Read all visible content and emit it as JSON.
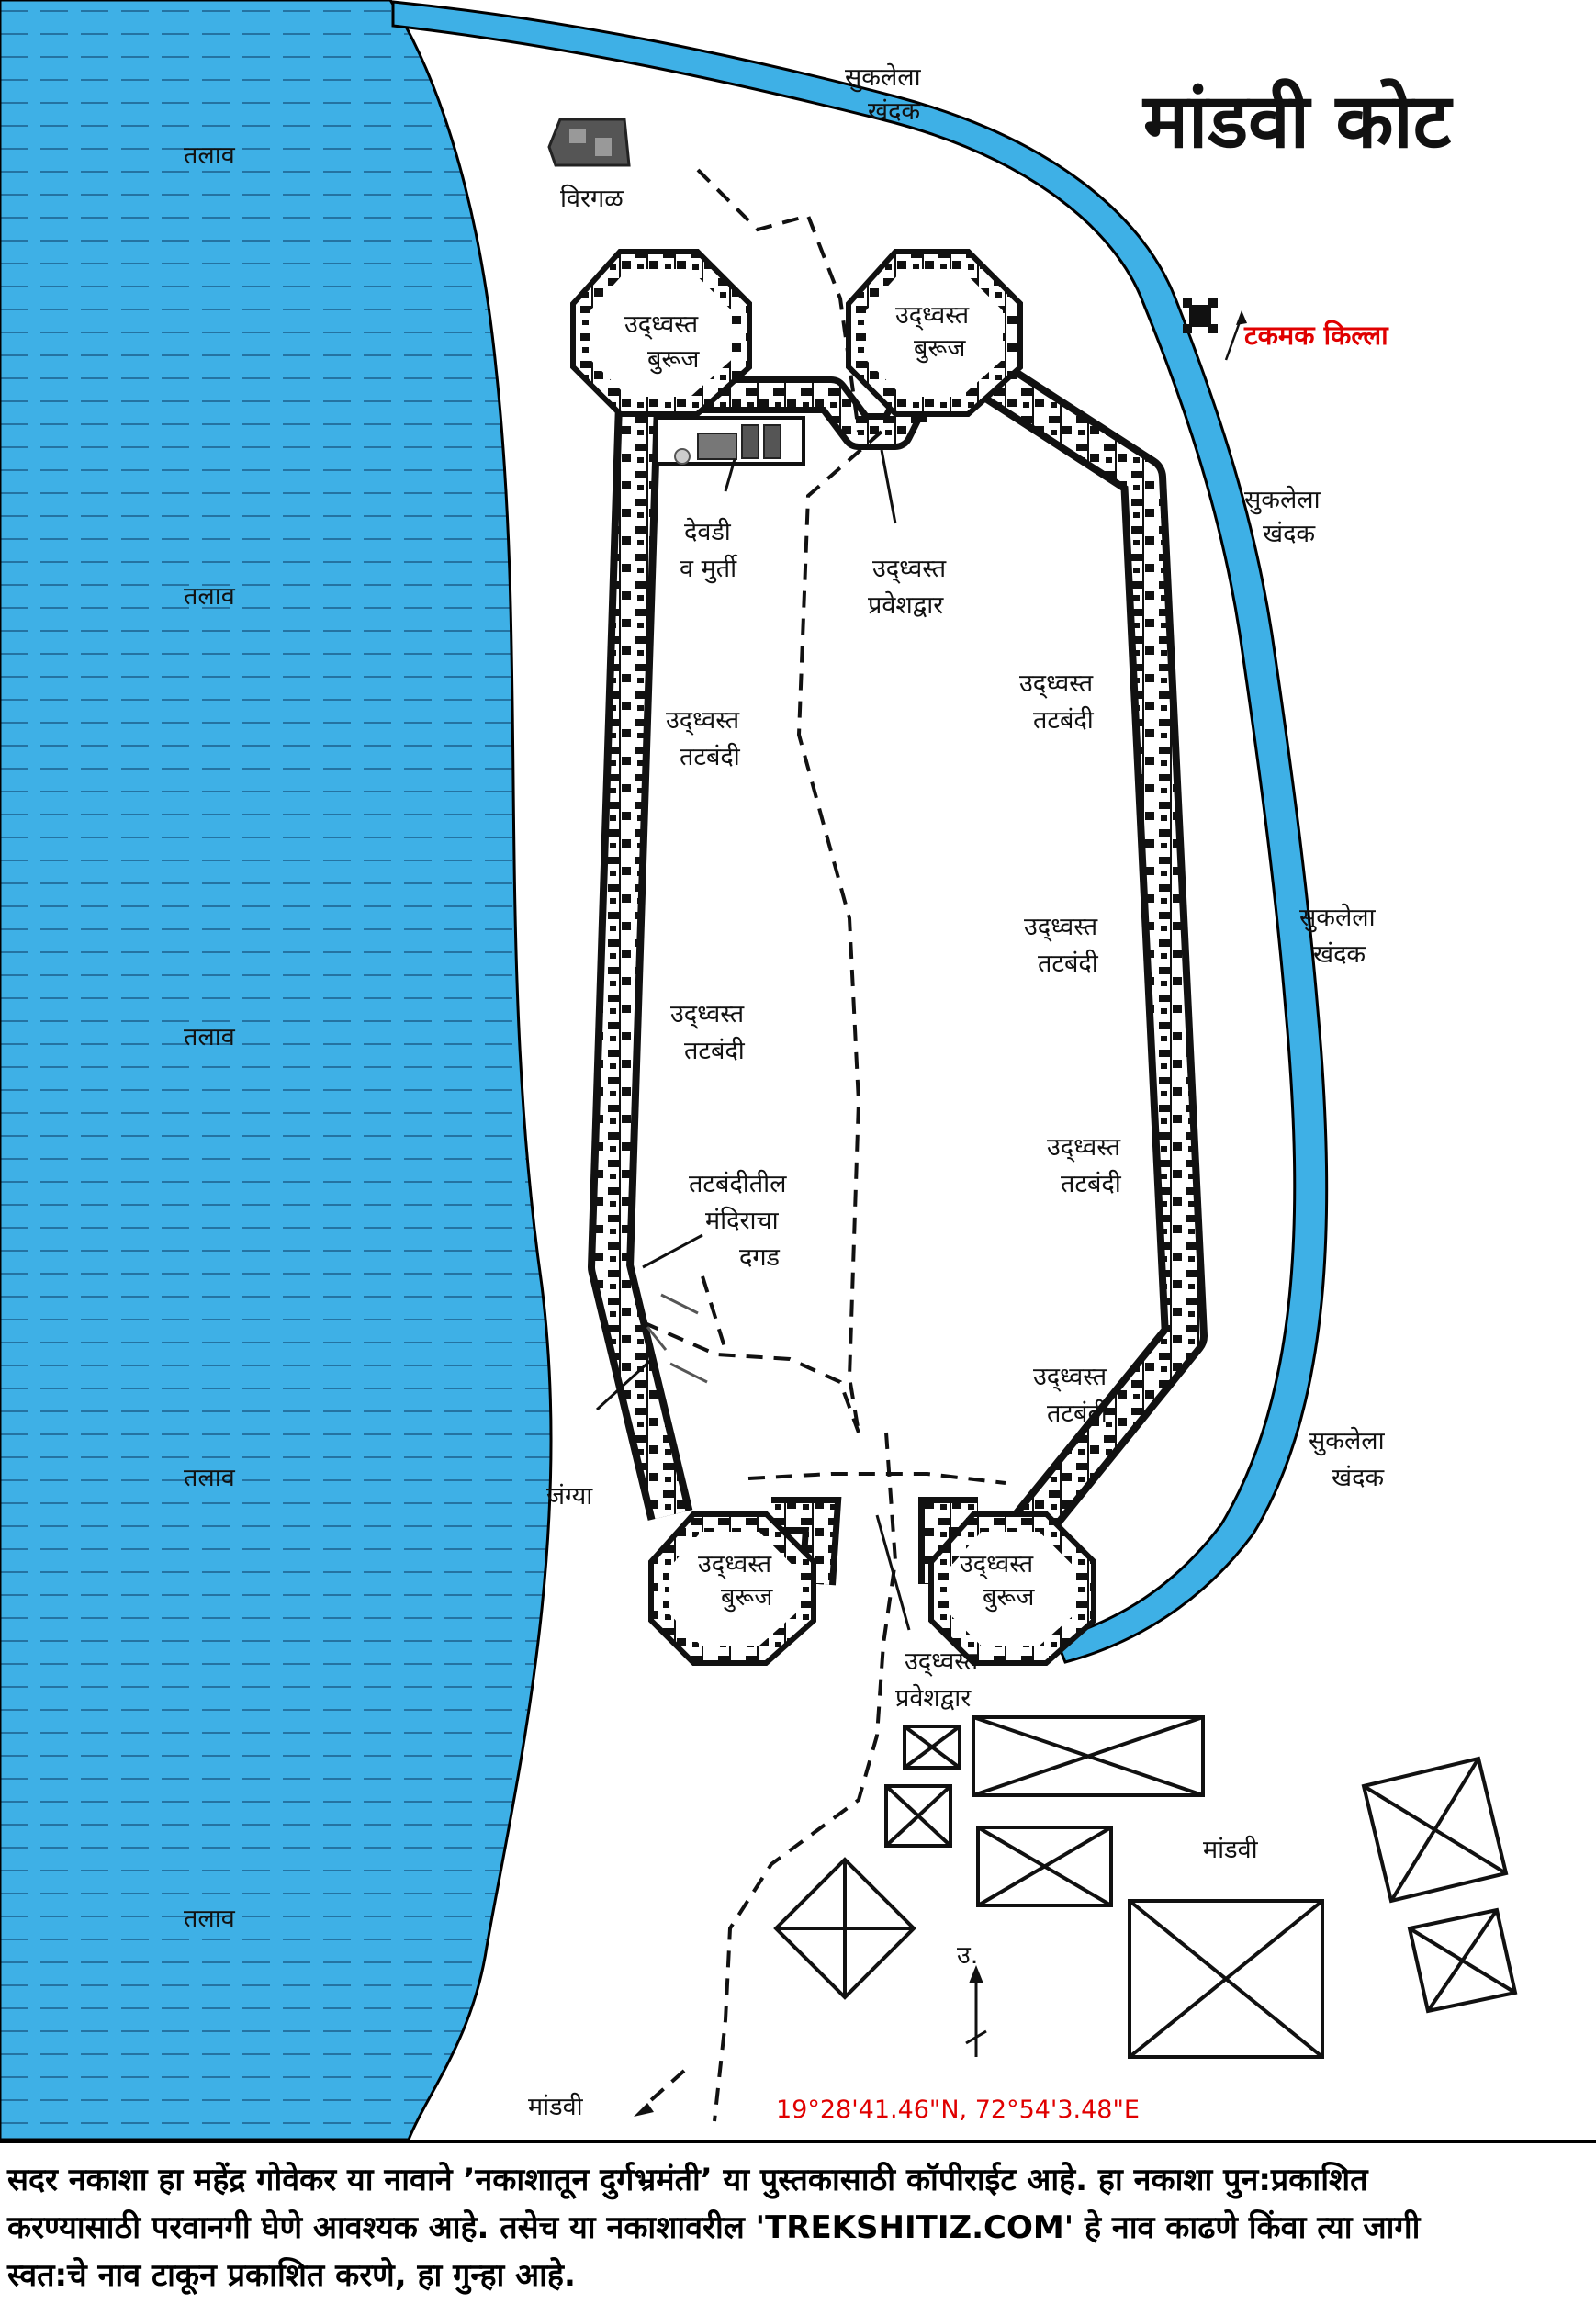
{
  "map": {
    "title": "मांडवी कोट",
    "lake_labels": [
      "तलाव",
      "तलाव",
      "तलाव",
      "तलाव",
      "तलाव"
    ],
    "moat_labels": [
      {
        "line1": "सुकलेला",
        "line2": "खंदक"
      },
      {
        "line1": "सुकलेला",
        "line2": "खंदक"
      },
      {
        "line1": "सुकलेला",
        "line2": "खंदक"
      },
      {
        "line1": "सुकलेला",
        "line2": "खंदक"
      }
    ],
    "hero_stone": "विरगळ",
    "takmak_fort": "टकमक किल्ला",
    "bastion_line1": "उद्ध्वस्त",
    "bastion_line2": "बुरूज",
    "shrine": {
      "line1": "देवडी",
      "line2": "व मुर्ती"
    },
    "gate": {
      "line1": "उद्ध्वस्त",
      "line2": "प्रवेशद्वार"
    },
    "rampart": {
      "line1": "उद्ध्वस्त",
      "line2": "तटबंदी"
    },
    "temple_stone": {
      "line1": "तटबंदीतील",
      "line2": "मंदिराचा",
      "line3": "दगड"
    },
    "loophole": "जंग्या",
    "village": "मांडवी",
    "north": "उ.",
    "coordinates": "19°28'41.46\"N, 72°54'3.48\"E",
    "colors": {
      "water": "#3eb0e6",
      "wall": "#1a1a1a",
      "accent_red": "#e00000"
    }
  },
  "footer": {
    "line1": "सदर नकाशा हा महेंद्र गोवेकर या नावाने ’नकाशातून दुर्गभ्रमंती’ या पुस्तकासाठी कॉपीराईट आहे. हा नकाशा पुन:प्रकाशित",
    "line2": "करण्यासाठी परवानगी घेणे आवश्यक आहे. तसेच या नकाशावरील 'TREKSHITIZ.COM' हे नाव काढणे किंवा त्या जागी",
    "line3": "स्वत:चे नाव टाकून प्रकाशित करणे, हा गुन्हा आहे."
  }
}
